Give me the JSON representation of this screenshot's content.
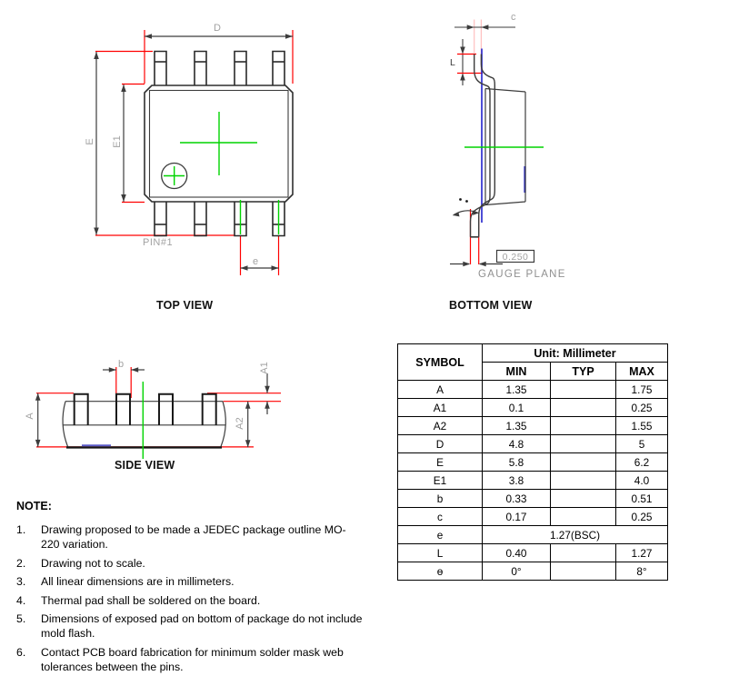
{
  "colors": {
    "extension_line_red": "#ff0000",
    "centerline_green": "#00d400",
    "lead_plane_blue": "#2222cc",
    "drawing_line": "#3c3c3c",
    "label_gray": "#a2a2a2"
  },
  "views": {
    "top": {
      "title": "TOP VIEW",
      "dim_d": "D",
      "dim_e_outer": "E",
      "dim_e1": "E1",
      "dim_pitch": "e",
      "pin1": "PIN#1"
    },
    "bottom": {
      "title": "BOTTOM VIEW",
      "dim_c": "c",
      "dim_l": "L",
      "gauge_value": "0.250",
      "gauge_plane": "GAUGE PLANE"
    },
    "side": {
      "title": "SIDE VIEW",
      "dim_b": "b",
      "dim_a": "A",
      "dim_a1": "A1",
      "dim_a2": "A2"
    }
  },
  "table": {
    "symbol_header": "SYMBOL",
    "unit_header": "Unit: Millimeter",
    "col_headers": [
      "MIN",
      "TYP",
      "MAX"
    ],
    "rows": [
      {
        "symbol": "A",
        "min": "1.35",
        "typ": "",
        "max": "1.75"
      },
      {
        "symbol": "A1",
        "min": "0.1",
        "typ": "",
        "max": "0.25"
      },
      {
        "symbol": "A2",
        "min": "1.35",
        "typ": "",
        "max": "1.55"
      },
      {
        "symbol": "D",
        "min": "4.8",
        "typ": "",
        "max": "5"
      },
      {
        "symbol": "E",
        "min": "5.8",
        "typ": "",
        "max": "6.2"
      },
      {
        "symbol": "E1",
        "min": "3.8",
        "typ": "",
        "max": "4.0"
      },
      {
        "symbol": "b",
        "min": "0.33",
        "typ": "",
        "max": "0.51"
      },
      {
        "symbol": "c",
        "min": "0.17",
        "typ": "",
        "max": "0.25"
      },
      {
        "symbol": "e",
        "span": "1.27(BSC)"
      },
      {
        "symbol": "L",
        "min": "0.40",
        "typ": "",
        "max": "1.27"
      },
      {
        "symbol": "ө",
        "min": "0°",
        "typ": "",
        "max": "8°"
      }
    ]
  },
  "notes": {
    "title": "NOTE:",
    "items": [
      {
        "num": "1.",
        "text": "Drawing proposed to be made a JEDEC package outline MO-220 variation."
      },
      {
        "num": "2.",
        "text": "Drawing not to scale."
      },
      {
        "num": "3.",
        "text": "All linear dimensions are in millimeters."
      },
      {
        "num": "4.",
        "text": "Thermal pad shall be soldered on the board."
      },
      {
        "num": "5.",
        "text": "Dimensions of exposed pad on bottom of package do not include mold flash."
      },
      {
        "num": "6.",
        "text": "Contact PCB board fabrication for minimum solder mask web tolerances between the pins."
      }
    ]
  }
}
